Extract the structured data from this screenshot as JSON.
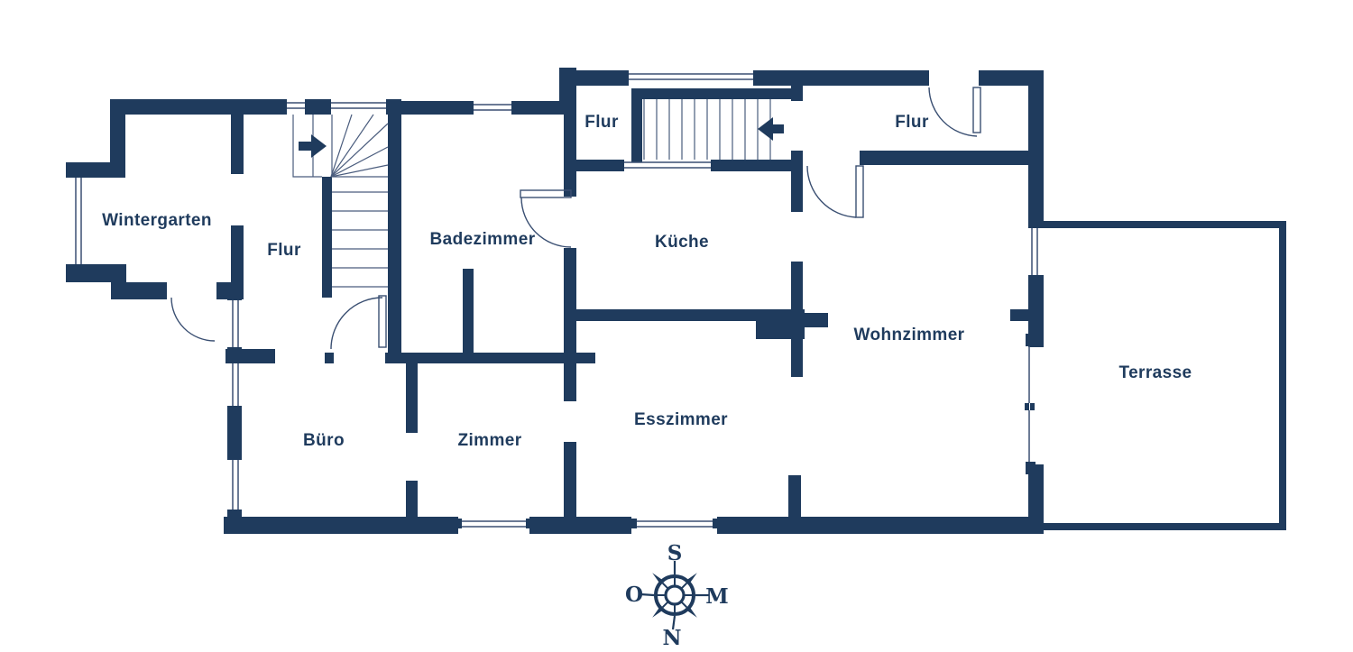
{
  "floorplan": {
    "rooms": [
      {
        "id": "wintergarten",
        "label": "Wintergarten"
      },
      {
        "id": "flur-left",
        "label": "Flur"
      },
      {
        "id": "badezimmer",
        "label": "Badezimmer"
      },
      {
        "id": "flur-top",
        "label": "Flur"
      },
      {
        "id": "kueche",
        "label": "Küche"
      },
      {
        "id": "flur-right",
        "label": "Flur"
      },
      {
        "id": "wohnzimmer",
        "label": "Wohnzimmer"
      },
      {
        "id": "terrasse",
        "label": "Terrasse"
      },
      {
        "id": "buero",
        "label": "Büro"
      },
      {
        "id": "zimmer",
        "label": "Zimmer"
      },
      {
        "id": "esszimmer",
        "label": "Esszimmer"
      }
    ],
    "compass": {
      "top": "S",
      "right": "M",
      "bottom": "N",
      "left": "O"
    },
    "colors": {
      "wall": "#1f3b5d",
      "thin_line": "#3a4f72",
      "background": "#ffffff"
    }
  }
}
